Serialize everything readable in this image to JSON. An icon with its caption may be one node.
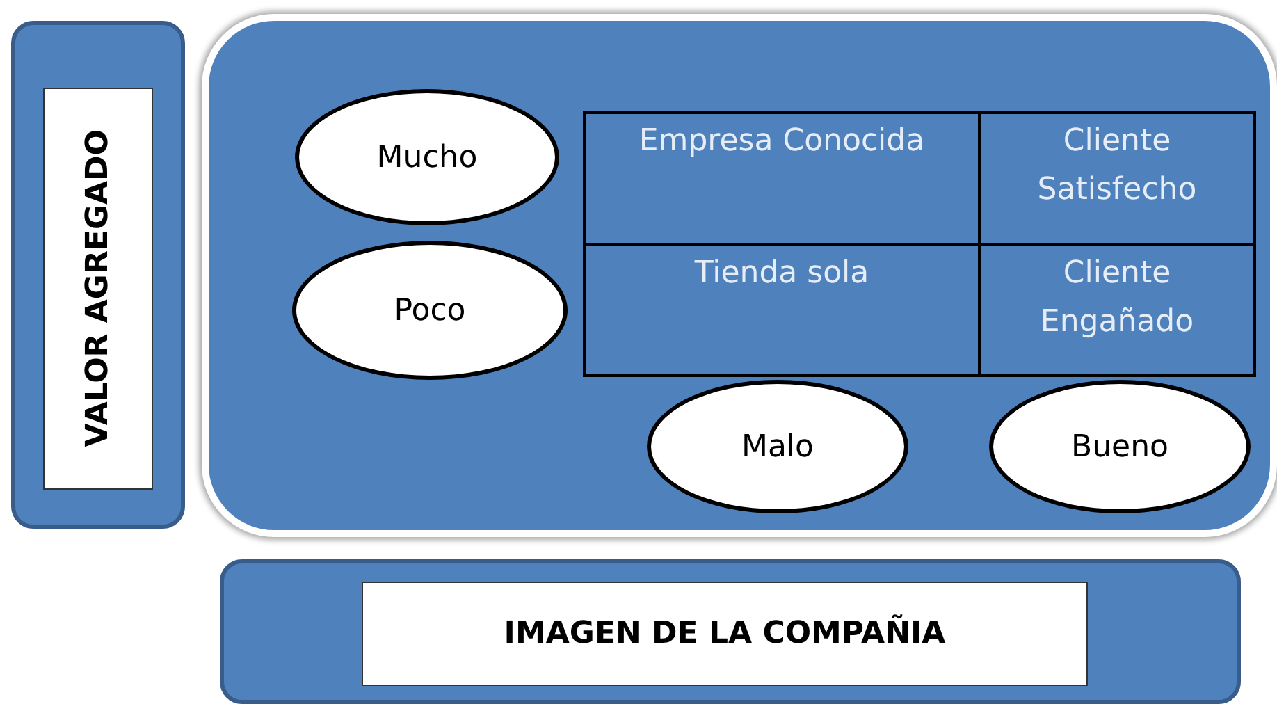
{
  "diagram": {
    "nodes": [
      {
        "text": [],
        "shape": "box"
      },
      {
        "text": [
          "VALOR AGREGADO"
        ],
        "in": 0
      },
      {
        "text": [],
        "shape": "box"
      },
      {
        "text": [
          "Mucho"
        ],
        "in": 2
      },
      {
        "text": [
          "Poco"
        ],
        "in": 2
      },
      {
        "text": [
          "Empresa Conocida"
        ],
        "in": 2
      },
      {
        "text": [
          "Cliente Satisfecho"
        ],
        "in": 2
      },
      {
        "text": [
          "Tienda sola"
        ],
        "in": 2
      },
      {
        "text": [
          "Cliente Engañado"
        ],
        "in": 2
      },
      {
        "text": [
          "Malo"
        ],
        "in": 2
      },
      {
        "text": [
          "Bueno"
        ],
        "in": 2
      },
      {
        "text": [],
        "shape": "box"
      },
      {
        "text": [
          "IMAGEN DE LA COMPAÑIA"
        ],
        "in": 11
      }
    ],
    "edges": []
  }
}
